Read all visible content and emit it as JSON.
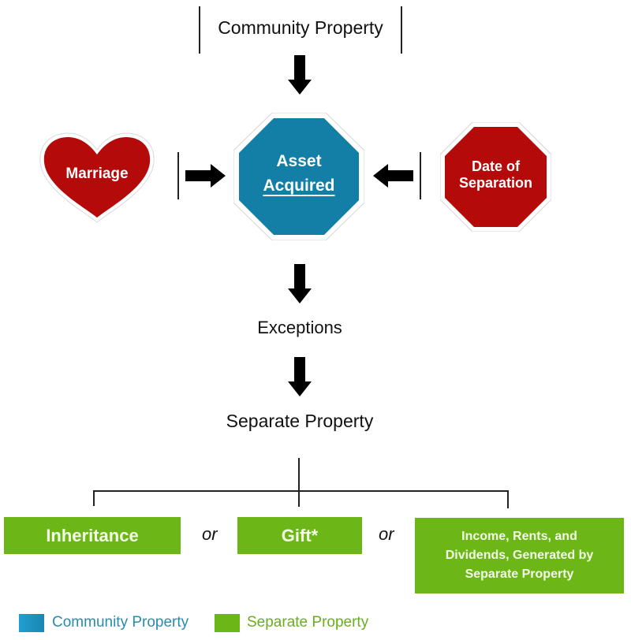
{
  "diagram": {
    "top_label": "Community Property",
    "center_node": {
      "line1": "Asset",
      "line2": "Acquired",
      "color": "#137fa6"
    },
    "left_node": {
      "label": "Marriage",
      "shape": "heart",
      "color": "#b50a0a"
    },
    "right_node": {
      "line1": "Date of",
      "line2": "Separation",
      "shape": "octagon",
      "color": "#b50a0a"
    },
    "exceptions_label": "Exceptions",
    "separate_label": "Separate Property",
    "options": [
      {
        "label": "Inheritance"
      },
      {
        "label": "Gift*"
      },
      {
        "lines": [
          "Income, Rents, and",
          "Dividends, Generated by",
          "Separate Property"
        ]
      }
    ],
    "connector_word": "or"
  },
  "legend": {
    "items": [
      {
        "label": "Community Property",
        "color": "#1f97c6",
        "text_color": "#2a8bb0"
      },
      {
        "label": "Separate Property",
        "color": "#6cb717",
        "text_color": "#6aad1f"
      }
    ]
  }
}
